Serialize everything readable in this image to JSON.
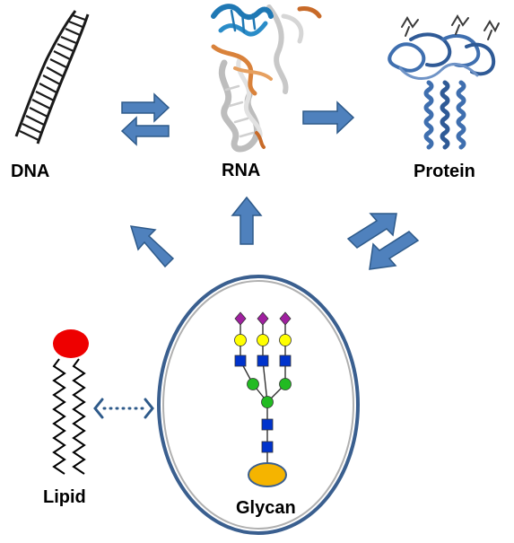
{
  "labels": {
    "dna": "DNA",
    "rna": "RNA",
    "protein": "Protein",
    "lipid": "Lipid",
    "glycan": "Glycan"
  },
  "colors": {
    "arrow_fill": "#4f81bd",
    "arrow_stroke": "#2e5a8a",
    "ellipse_stroke": "#3a5f8f",
    "dna_strand": "#1a1a1a",
    "rna_blue": "#1f78b4",
    "rna_orange": "#d9823b",
    "rna_gray": "#c8c8c8",
    "protein_blue": "#3f6faf",
    "lipid_head": "#ee0000",
    "sialic_acid": "#a020a0",
    "galactose": "#ffff00",
    "glcnac": "#0033cc",
    "mannose": "#22bb22",
    "reducing_end": "#f5b400"
  }
}
